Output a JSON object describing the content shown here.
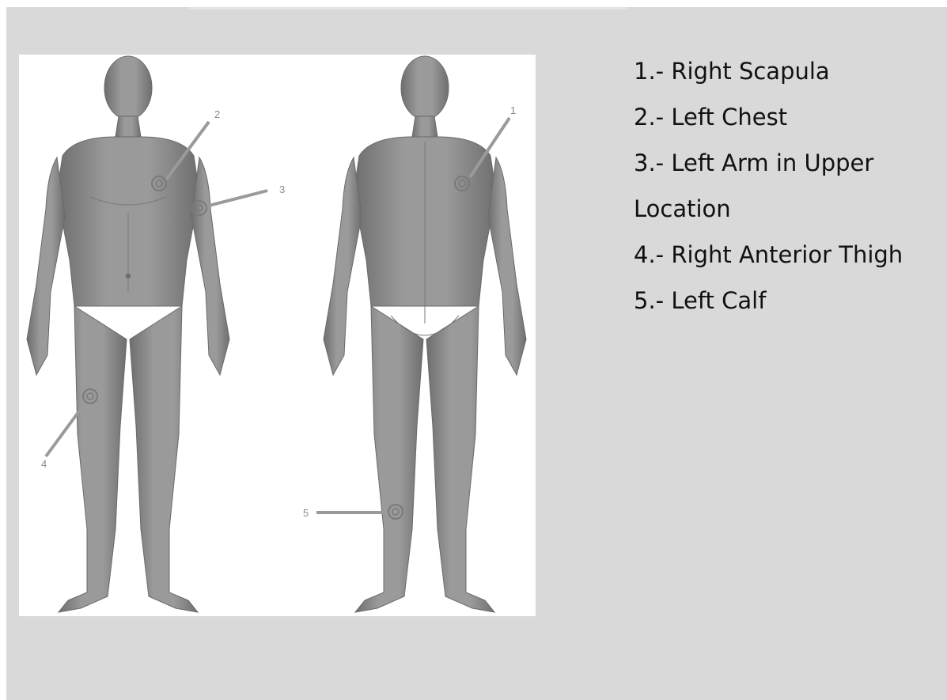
{
  "legend": {
    "items": [
      {
        "num": "1.-",
        "text": "Right Scapula"
      },
      {
        "num": "2.-",
        "text": "Left Chest"
      },
      {
        "num": "3.-",
        "text": "Left Arm in Upper Location"
      },
      {
        "num": "4.-",
        "text": "Right Anterior Thigh"
      },
      {
        "num": "5.-",
        "text": "Left Calf"
      }
    ]
  },
  "markers": [
    {
      "label": "1"
    },
    {
      "label": "2"
    },
    {
      "label": "3"
    },
    {
      "label": "4"
    },
    {
      "label": "5"
    }
  ],
  "colors": {
    "background": "#d9d9d9",
    "panel": "#ffffff",
    "body": "#8c8c8c",
    "arrow": "#9a9a9a",
    "text": "#111111"
  }
}
